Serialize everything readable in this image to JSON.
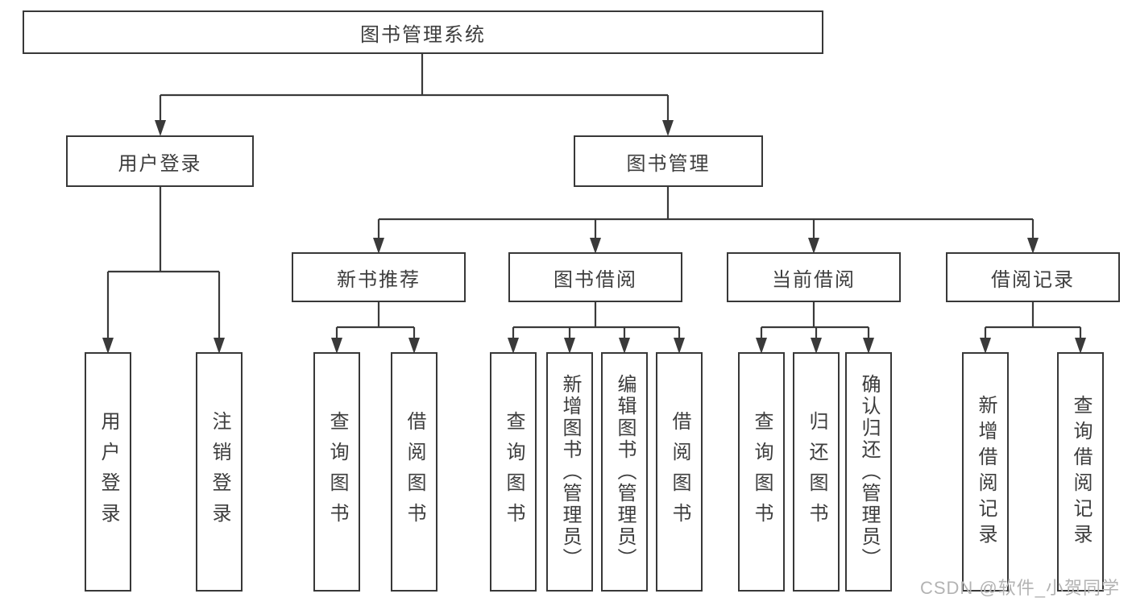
{
  "diagram": {
    "title": "图书管理系统",
    "root": {
      "label": "图书管理系统"
    },
    "branches": [
      {
        "label": "用户登录",
        "children": [
          {
            "label": "用户登录"
          },
          {
            "label": "注销登录"
          }
        ]
      },
      {
        "label": "图书管理",
        "children": [
          {
            "label": "新书推荐",
            "children": [
              {
                "label": "查询图书"
              },
              {
                "label": "借阅图书"
              }
            ]
          },
          {
            "label": "图书借阅",
            "children": [
              {
                "label": "查询图书"
              },
              {
                "label": "新增图书（管理员）"
              },
              {
                "label": "编辑图书（管理员）"
              },
              {
                "label": "借阅图书"
              }
            ]
          },
          {
            "label": "当前借阅",
            "children": [
              {
                "label": "查询图书"
              },
              {
                "label": "归还图书"
              },
              {
                "label": "确认归还（管理员）"
              }
            ]
          },
          {
            "label": "借阅记录",
            "children": [
              {
                "label": "新增借阅记录"
              },
              {
                "label": "查询借阅记录"
              }
            ]
          }
        ]
      }
    ],
    "colors": {
      "line": "#3a3a3a",
      "border": "#383838",
      "text": "#3d3d3d",
      "fill": "#ffffff",
      "background": "#ffffff",
      "watermark": "#b3b3b3"
    }
  },
  "watermark": {
    "text": "CSDN @软件_小贺同学"
  }
}
